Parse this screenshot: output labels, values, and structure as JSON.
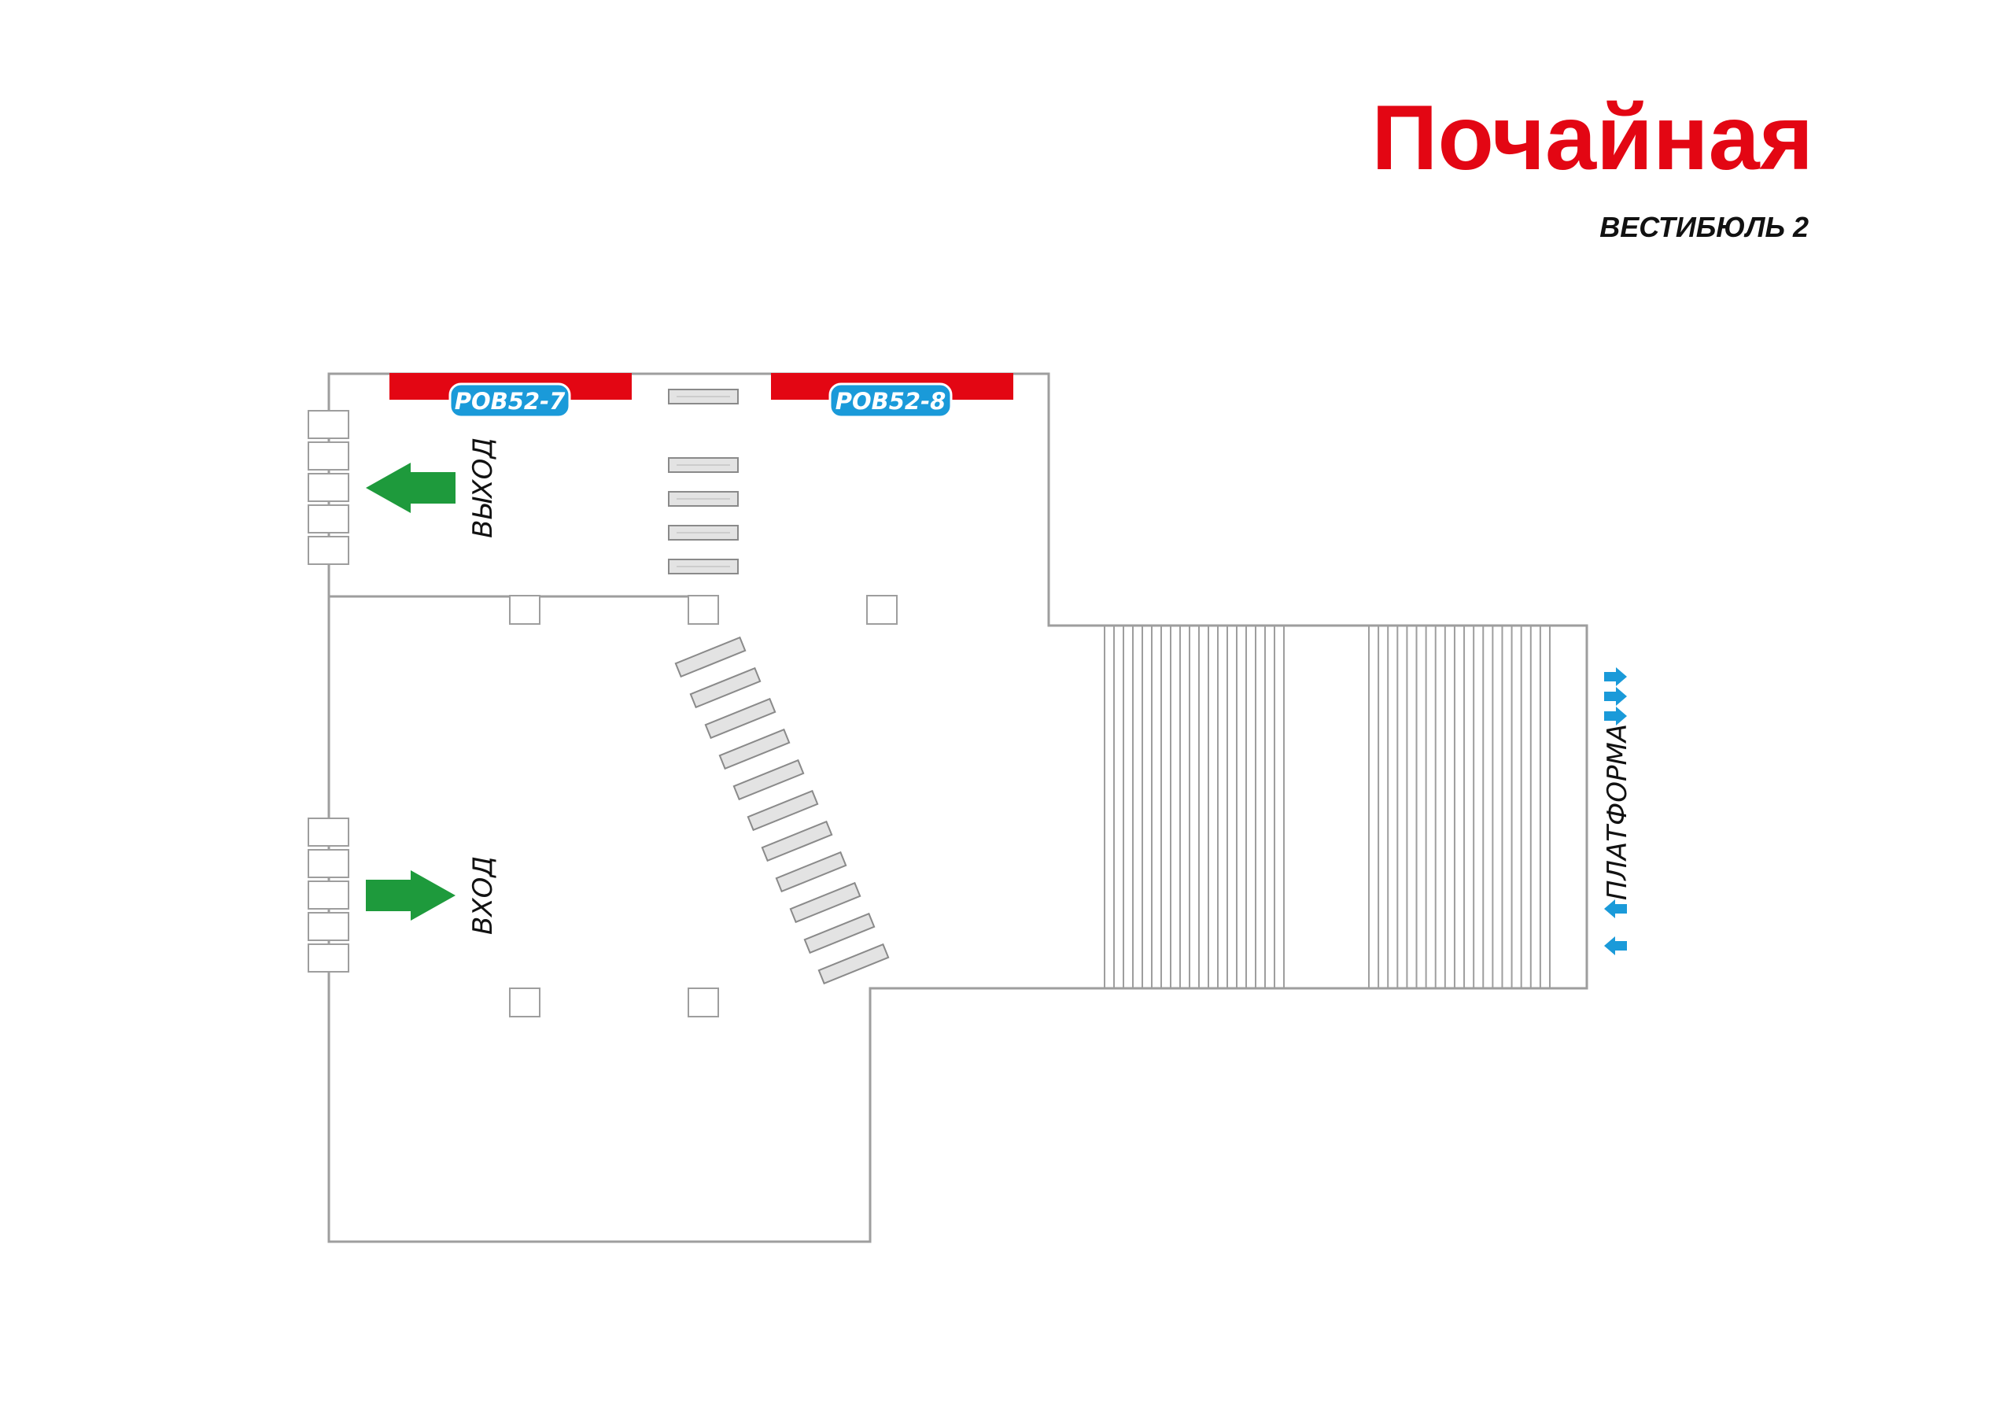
{
  "header": {
    "station_name": "Почайная",
    "vestibule": "ВЕСТИБЮЛЬ 2"
  },
  "labels": {
    "exit": "ВЫХОД",
    "entrance": "ВХОД",
    "platform": "ПЛАТФОРМА"
  },
  "ads": [
    {
      "code": "POB52-7"
    },
    {
      "code": "POB52-8"
    }
  ],
  "colors": {
    "title_red": "#e30613",
    "ad_panel_red": "#e30613",
    "ad_tag_blue": "#1a9ad9",
    "arrow_green": "#1e9a3c",
    "platform_arrow_blue": "#1a9ad9",
    "wall_gray": "#9e9e9e",
    "turnstile_fill": "#e3e3e3",
    "text_black": "#111111"
  },
  "icons": {
    "exit_arrow": "arrow-left-icon",
    "entrance_arrow": "arrow-right-icon",
    "platform_arrows_up": "arrow-right-icon",
    "platform_arrows_down": "arrow-left-icon"
  }
}
